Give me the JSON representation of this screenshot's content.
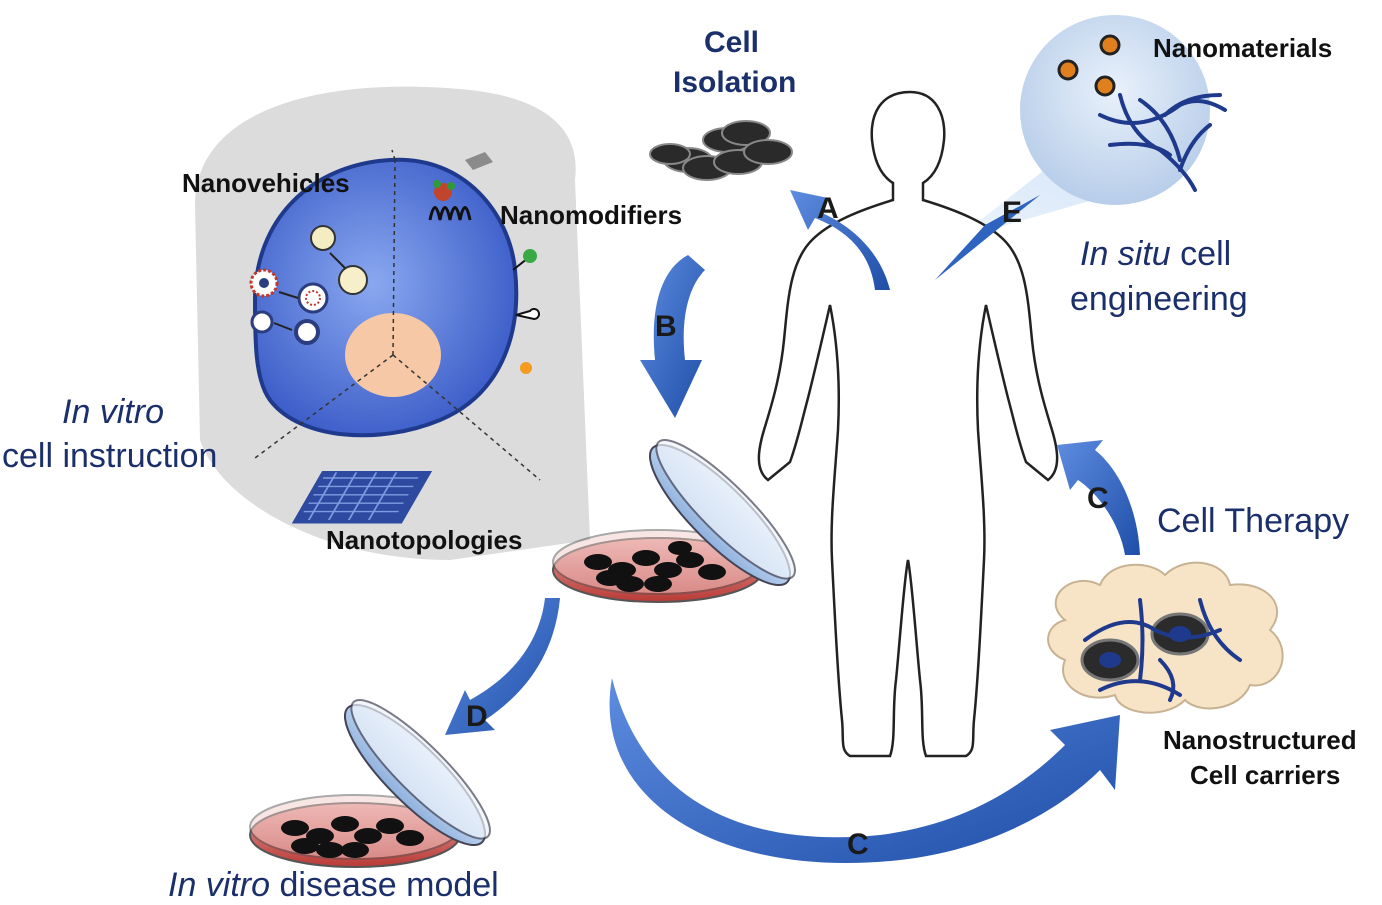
{
  "labels": {
    "cell_isolation": [
      "Cell",
      "Isolation"
    ],
    "nanomaterials": "Nanomaterials",
    "in_situ": {
      "italic": "In situ",
      "rest": " cell",
      "line2": "engineering"
    },
    "nanovehicles": "Nanovehicles",
    "nanomodifiers": "Nanomodifiers",
    "in_vitro_instruction": {
      "italic": "In vitro",
      "line2": "cell instruction"
    },
    "nanotopologies": "Nanotopologies",
    "cell_therapy": "Cell Therapy",
    "nanostructured": [
      "Nanostructured",
      "Cell carriers"
    ],
    "disease_model": {
      "italic": "In vitro",
      "rest": " disease model"
    }
  },
  "arrows": {
    "a": "A",
    "b": "B",
    "c1": "C",
    "c2": "C",
    "d": "D",
    "e": "E"
  },
  "colors": {
    "arrow": "#2a5db8",
    "navy": "#1b2f6b",
    "cell": "#3d5fc4",
    "nucleus": "#f7c9a8",
    "panel": "#d9d9d9",
    "dish_fill": "#c9504d"
  }
}
